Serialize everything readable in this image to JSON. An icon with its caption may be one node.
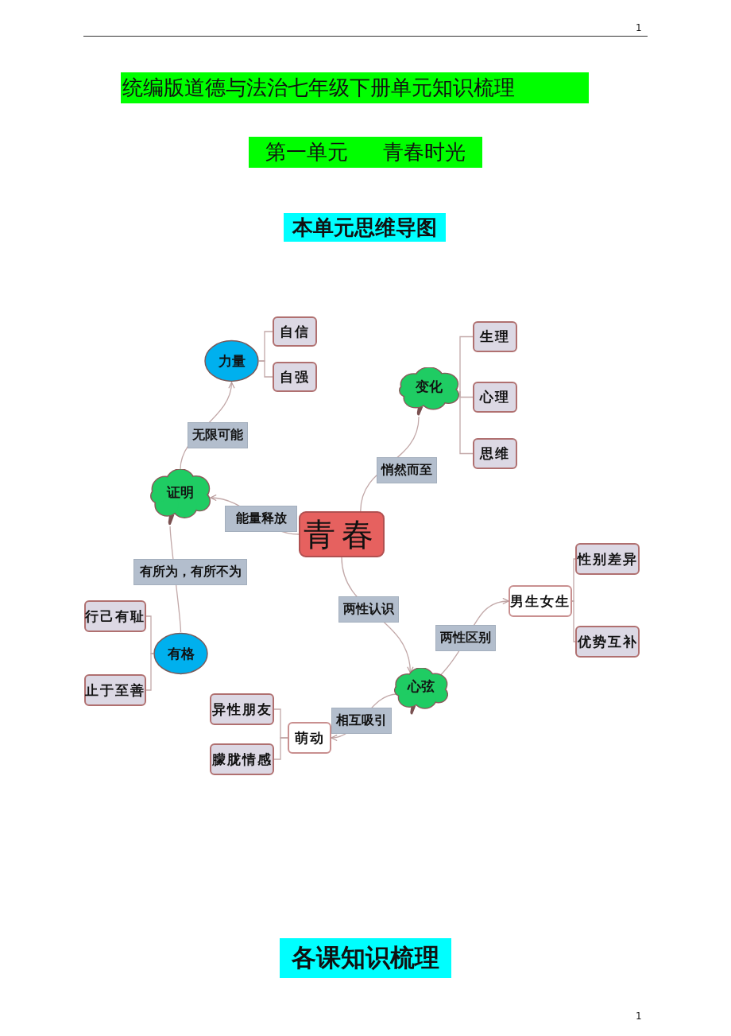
{
  "diagram": {
    "title": "统编版道德与法治七年级下册单元知识梳理",
    "nodes": [
      {
        "text": [
          "自信"
        ]
      },
      {
        "text": [
          "自强"
        ]
      },
      {
        "text": [
          "力量"
        ]
      },
      {
        "text": [
          "生理"
        ]
      },
      {
        "text": [
          "变化"
        ]
      },
      {
        "text": [
          "心理"
        ]
      },
      {
        "text": [
          "思维"
        ]
      },
      {
        "text": [
          "证明"
        ]
      },
      {
        "text": [
          "青春"
        ]
      },
      {
        "text": [
          "性别差异"
        ]
      },
      {
        "text": [
          "行己有耻"
        ]
      },
      {
        "text": [
          "男生女生"
        ]
      },
      {
        "text": [
          "有格"
        ]
      },
      {
        "text": [
          "优势互补"
        ]
      },
      {
        "text": [
          "止于至善"
        ]
      },
      {
        "text": [
          "心弦"
        ]
      },
      {
        "text": [
          "异性朋友"
        ]
      },
      {
        "text": [
          "萌动"
        ]
      },
      {
        "text": [
          "朦胧情感"
        ]
      }
    ],
    "edges": [
      {
        "from": 8,
        "to": 7,
        "arrow": "to",
        "label": "能量释放"
      },
      {
        "from": 7,
        "to": 2,
        "arrow": "to",
        "label": "无限可能"
      },
      {
        "from": 8,
        "to": 4,
        "arrow": "none",
        "label": "悄然而至"
      },
      {
        "from": 7,
        "to": 12,
        "arrow": "none",
        "label": "有所为，有所不为"
      },
      {
        "from": 8,
        "to": 15,
        "arrow": "to",
        "label": "两性认识"
      },
      {
        "from": 15,
        "to": 11,
        "arrow": "to",
        "label": "两性区别"
      },
      {
        "from": 15,
        "to": 17,
        "arrow": "to",
        "label": "相互吸引"
      },
      {
        "from": 2,
        "to": 0,
        "arrow": "none"
      },
      {
        "from": 2,
        "to": 1,
        "arrow": "none"
      },
      {
        "from": 4,
        "to": 3,
        "arrow": "none"
      },
      {
        "from": 4,
        "to": 5,
        "arrow": "none"
      },
      {
        "from": 4,
        "to": 6,
        "arrow": "none"
      },
      {
        "from": 11,
        "to": 9,
        "arrow": "none"
      },
      {
        "from": 11,
        "to": 13,
        "arrow": "none"
      },
      {
        "from": 12,
        "to": 10,
        "arrow": "none"
      },
      {
        "from": 12,
        "to": 14,
        "arrow": "none"
      },
      {
        "from": 17,
        "to": 16,
        "arrow": "none"
      },
      {
        "from": 17,
        "to": 18,
        "arrow": "none"
      }
    ],
    "labels": [
      "1",
      "第一单元 青春时光",
      "本单元思维导图",
      "各课知识梳理",
      "1"
    ]
  }
}
